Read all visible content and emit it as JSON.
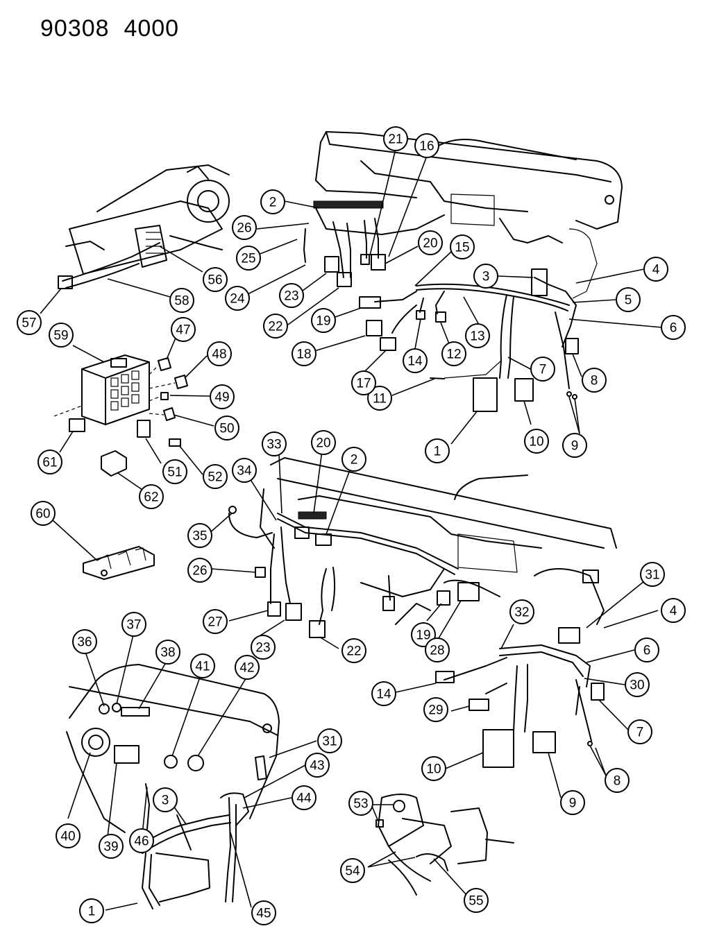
{
  "header": {
    "code_left": "90308",
    "code_right": "4000"
  },
  "callouts": {
    "top_assembly": [
      "2",
      "26",
      "25",
      "24",
      "23",
      "22",
      "21",
      "16",
      "20",
      "15",
      "3",
      "4",
      "5",
      "6",
      "7",
      "8",
      "9",
      "10",
      "1",
      "11",
      "12",
      "13",
      "14",
      "17",
      "18",
      "19"
    ],
    "column": [
      "56",
      "57",
      "58"
    ],
    "relay_center": [
      "59",
      "47",
      "48",
      "49",
      "50",
      "51",
      "52",
      "61",
      "62",
      "60"
    ],
    "mid_assembly": [
      "33",
      "20",
      "2",
      "34",
      "35",
      "26",
      "27",
      "23",
      "22",
      "19",
      "28",
      "31",
      "4",
      "32",
      "6",
      "30",
      "7",
      "8",
      "9",
      "10",
      "14",
      "29"
    ],
    "bottom_assembly": [
      "36",
      "37",
      "38",
      "41",
      "42",
      "31",
      "43",
      "44",
      "40",
      "39",
      "46",
      "3",
      "45",
      "1"
    ],
    "switch_detail": [
      "53",
      "54",
      "55"
    ]
  }
}
